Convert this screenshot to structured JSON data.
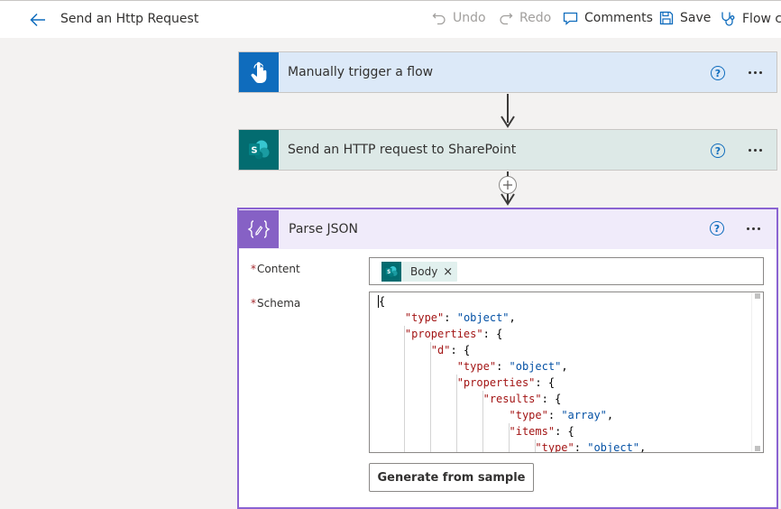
{
  "header": {
    "title": "Send an Http Request",
    "toolbar": {
      "undo": "Undo",
      "redo": "Redo",
      "comments": "Comments",
      "save": "Save",
      "checker": "Flow ch"
    }
  },
  "steps": [
    {
      "label": "Manually trigger a flow",
      "icon": "touch-icon",
      "color": "#0f6cbd",
      "bg": "#dce9f8"
    },
    {
      "label": "Send an HTTP request to SharePoint",
      "icon": "sharepoint-icon",
      "color": "#036c70",
      "bg": "#dde9e7"
    },
    {
      "label": "Parse JSON",
      "icon": "data-operation-icon",
      "color": "#8661c5",
      "bg": "#f0ebfa"
    }
  ],
  "help_glyph": "?",
  "parse": {
    "content_label": "Content",
    "schema_label": "Schema",
    "required_mark": "*",
    "token_label": "Body",
    "token_remove": "×",
    "generate_button": "Generate from sample",
    "schema_lines": [
      "{",
      "    \"type\": \"object\",",
      "    \"properties\": {",
      "        \"d\": {",
      "            \"type\": \"object\",",
      "            \"properties\": {",
      "                \"results\": {",
      "                    \"type\": \"array\",",
      "                    \"items\": {",
      "                        \"type\": \"object\","
    ]
  }
}
